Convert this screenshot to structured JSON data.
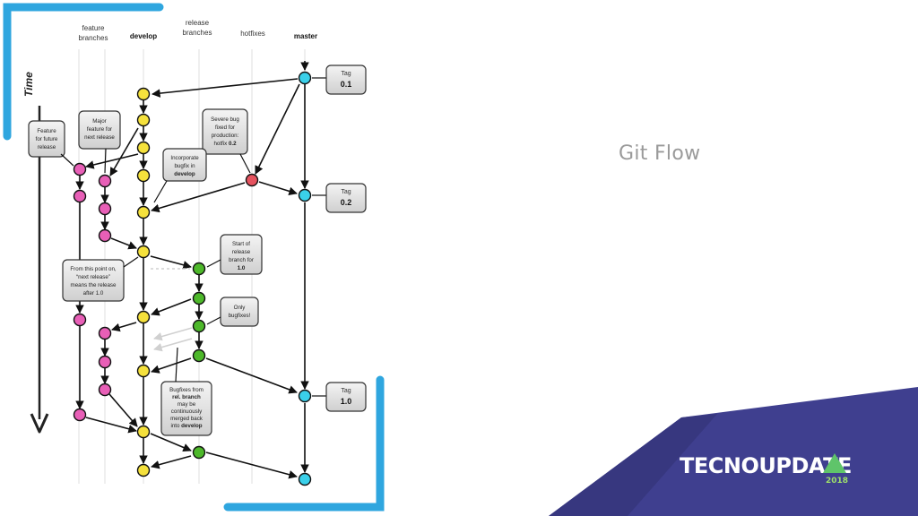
{
  "slide_title": "Git Flow",
  "lanes": {
    "feature": [
      "feature",
      "branches"
    ],
    "develop": "develop",
    "release": [
      "release",
      "branches"
    ],
    "hotfixes": "hotfixes",
    "master": "master"
  },
  "time_label": "Time",
  "tags": [
    {
      "label": "Tag",
      "value": "0.1"
    },
    {
      "label": "Tag",
      "value": "0.2"
    },
    {
      "label": "Tag",
      "value": "1.0"
    }
  ],
  "callouts": {
    "feature_future": [
      "Feature",
      "for future",
      "release"
    ],
    "major_feature": [
      "Major",
      "feature for",
      "next release"
    ],
    "severe_bug": [
      "Severe bug",
      "fixed for",
      "production:"
    ],
    "severe_bug_last": "hotfix ",
    "severe_bug_bold": "0.2",
    "incorporate": [
      "Incorporate",
      "bugfix in"
    ],
    "incorporate_bold": "develop",
    "start_release": [
      "Start of",
      "release",
      "branch for"
    ],
    "start_release_bold": "1.0",
    "only_bugfixes": [
      "Only",
      "bugfixes!"
    ],
    "next_release": [
      "From this point on,",
      "“next release”",
      "means the release",
      "after 1.0"
    ],
    "bugfixes_rel": {
      "line1": "Bugfixes from",
      "line2_bold": "rel. branch",
      "line3": "may be",
      "line4": "continuously",
      "line5": "merged back",
      "line6": "into ",
      "line6_bold": "develop"
    }
  },
  "logo": {
    "name": "TECNOUPDATE",
    "year": "2018"
  },
  "colors": {
    "develop": "#f5e13c",
    "feature": "#e85fb7",
    "release": "#4db82a",
    "hotfix": "#e5525e",
    "master": "#3ad0ea",
    "frame_blue": "#2fa6df",
    "banner": "#3f3f8f",
    "title_gray": "#9a9a9a"
  }
}
